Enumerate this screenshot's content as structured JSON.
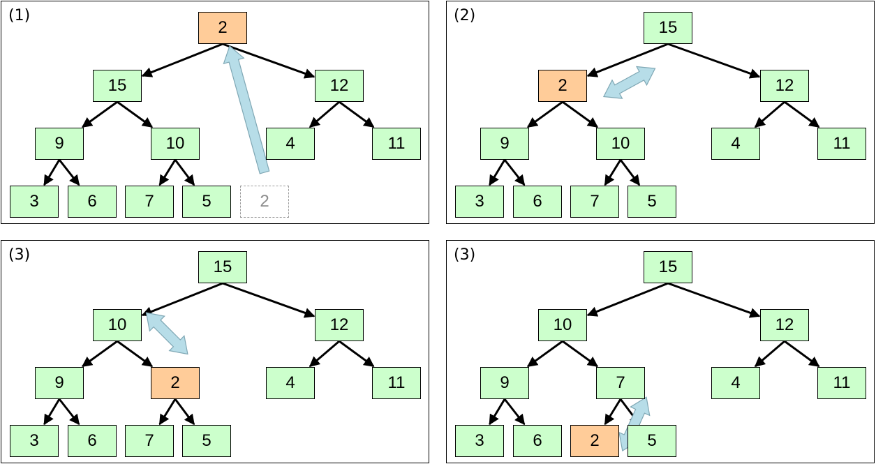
{
  "colors": {
    "node_fill": "#ccffcc",
    "highlight_fill": "#ffcc99",
    "ghost_border": "#9a9a9a",
    "arrow_fill": "#b7dde8",
    "arrow_stroke": "#7fa7b4"
  },
  "panels": [
    {
      "label": "(1)",
      "nodes": [
        {
          "id": "n0",
          "value": "2",
          "style": "highlight"
        },
        {
          "id": "n1",
          "value": "15",
          "style": "normal"
        },
        {
          "id": "n2",
          "value": "12",
          "style": "normal"
        },
        {
          "id": "n3",
          "value": "9",
          "style": "normal"
        },
        {
          "id": "n4",
          "value": "10",
          "style": "normal"
        },
        {
          "id": "n5",
          "value": "4",
          "style": "normal"
        },
        {
          "id": "n6",
          "value": "11",
          "style": "normal"
        },
        {
          "id": "n7",
          "value": "3",
          "style": "normal"
        },
        {
          "id": "n8",
          "value": "6",
          "style": "normal"
        },
        {
          "id": "n9",
          "value": "7",
          "style": "normal"
        },
        {
          "id": "n10",
          "value": "5",
          "style": "normal"
        },
        {
          "id": "n11",
          "value": "2",
          "style": "ghost"
        }
      ],
      "edges": [
        [
          "n0",
          "n1"
        ],
        [
          "n0",
          "n2"
        ],
        [
          "n1",
          "n3"
        ],
        [
          "n1",
          "n4"
        ],
        [
          "n2",
          "n5"
        ],
        [
          "n2",
          "n6"
        ],
        [
          "n3",
          "n7"
        ],
        [
          "n3",
          "n8"
        ],
        [
          "n4",
          "n9"
        ],
        [
          "n4",
          "n10"
        ]
      ],
      "move_arrow": {
        "type": "single",
        "from": "n11",
        "to": "n0"
      }
    },
    {
      "label": "(2)",
      "nodes": [
        {
          "id": "n0",
          "value": "15",
          "style": "normal"
        },
        {
          "id": "n1",
          "value": "2",
          "style": "highlight"
        },
        {
          "id": "n2",
          "value": "12",
          "style": "normal"
        },
        {
          "id": "n3",
          "value": "9",
          "style": "normal"
        },
        {
          "id": "n4",
          "value": "10",
          "style": "normal"
        },
        {
          "id": "n5",
          "value": "4",
          "style": "normal"
        },
        {
          "id": "n6",
          "value": "11",
          "style": "normal"
        },
        {
          "id": "n7",
          "value": "3",
          "style": "normal"
        },
        {
          "id": "n8",
          "value": "6",
          "style": "normal"
        },
        {
          "id": "n9",
          "value": "7",
          "style": "normal"
        },
        {
          "id": "n10",
          "value": "5",
          "style": "normal"
        }
      ],
      "edges": [
        [
          "n0",
          "n1"
        ],
        [
          "n0",
          "n2"
        ],
        [
          "n1",
          "n3"
        ],
        [
          "n1",
          "n4"
        ],
        [
          "n2",
          "n5"
        ],
        [
          "n2",
          "n6"
        ],
        [
          "n3",
          "n7"
        ],
        [
          "n3",
          "n8"
        ],
        [
          "n4",
          "n9"
        ],
        [
          "n4",
          "n10"
        ]
      ],
      "move_arrow": {
        "type": "double",
        "between": [
          "n0",
          "n1"
        ]
      }
    },
    {
      "label": "(3)",
      "nodes": [
        {
          "id": "n0",
          "value": "15",
          "style": "normal"
        },
        {
          "id": "n1",
          "value": "10",
          "style": "normal"
        },
        {
          "id": "n2",
          "value": "12",
          "style": "normal"
        },
        {
          "id": "n3",
          "value": "9",
          "style": "normal"
        },
        {
          "id": "n4",
          "value": "2",
          "style": "highlight"
        },
        {
          "id": "n5",
          "value": "4",
          "style": "normal"
        },
        {
          "id": "n6",
          "value": "11",
          "style": "normal"
        },
        {
          "id": "n7",
          "value": "3",
          "style": "normal"
        },
        {
          "id": "n8",
          "value": "6",
          "style": "normal"
        },
        {
          "id": "n9",
          "value": "7",
          "style": "normal"
        },
        {
          "id": "n10",
          "value": "5",
          "style": "normal"
        }
      ],
      "edges": [
        [
          "n0",
          "n1"
        ],
        [
          "n0",
          "n2"
        ],
        [
          "n1",
          "n3"
        ],
        [
          "n1",
          "n4"
        ],
        [
          "n2",
          "n5"
        ],
        [
          "n2",
          "n6"
        ],
        [
          "n3",
          "n7"
        ],
        [
          "n3",
          "n8"
        ],
        [
          "n4",
          "n9"
        ],
        [
          "n4",
          "n10"
        ]
      ],
      "move_arrow": {
        "type": "double",
        "between": [
          "n1",
          "n4"
        ]
      }
    },
    {
      "label": "(3)",
      "nodes": [
        {
          "id": "n0",
          "value": "15",
          "style": "normal"
        },
        {
          "id": "n1",
          "value": "10",
          "style": "normal"
        },
        {
          "id": "n2",
          "value": "12",
          "style": "normal"
        },
        {
          "id": "n3",
          "value": "9",
          "style": "normal"
        },
        {
          "id": "n4",
          "value": "7",
          "style": "normal"
        },
        {
          "id": "n5",
          "value": "4",
          "style": "normal"
        },
        {
          "id": "n6",
          "value": "11",
          "style": "normal"
        },
        {
          "id": "n7",
          "value": "3",
          "style": "normal"
        },
        {
          "id": "n8",
          "value": "6",
          "style": "normal"
        },
        {
          "id": "n9",
          "value": "2",
          "style": "highlight"
        },
        {
          "id": "n10",
          "value": "5",
          "style": "normal"
        }
      ],
      "edges": [
        [
          "n0",
          "n1"
        ],
        [
          "n0",
          "n2"
        ],
        [
          "n1",
          "n3"
        ],
        [
          "n1",
          "n4"
        ],
        [
          "n2",
          "n5"
        ],
        [
          "n2",
          "n6"
        ],
        [
          "n3",
          "n7"
        ],
        [
          "n3",
          "n8"
        ],
        [
          "n4",
          "n9"
        ],
        [
          "n4",
          "n10"
        ]
      ],
      "move_arrow": {
        "type": "double",
        "between": [
          "n4",
          "n9"
        ]
      }
    }
  ]
}
